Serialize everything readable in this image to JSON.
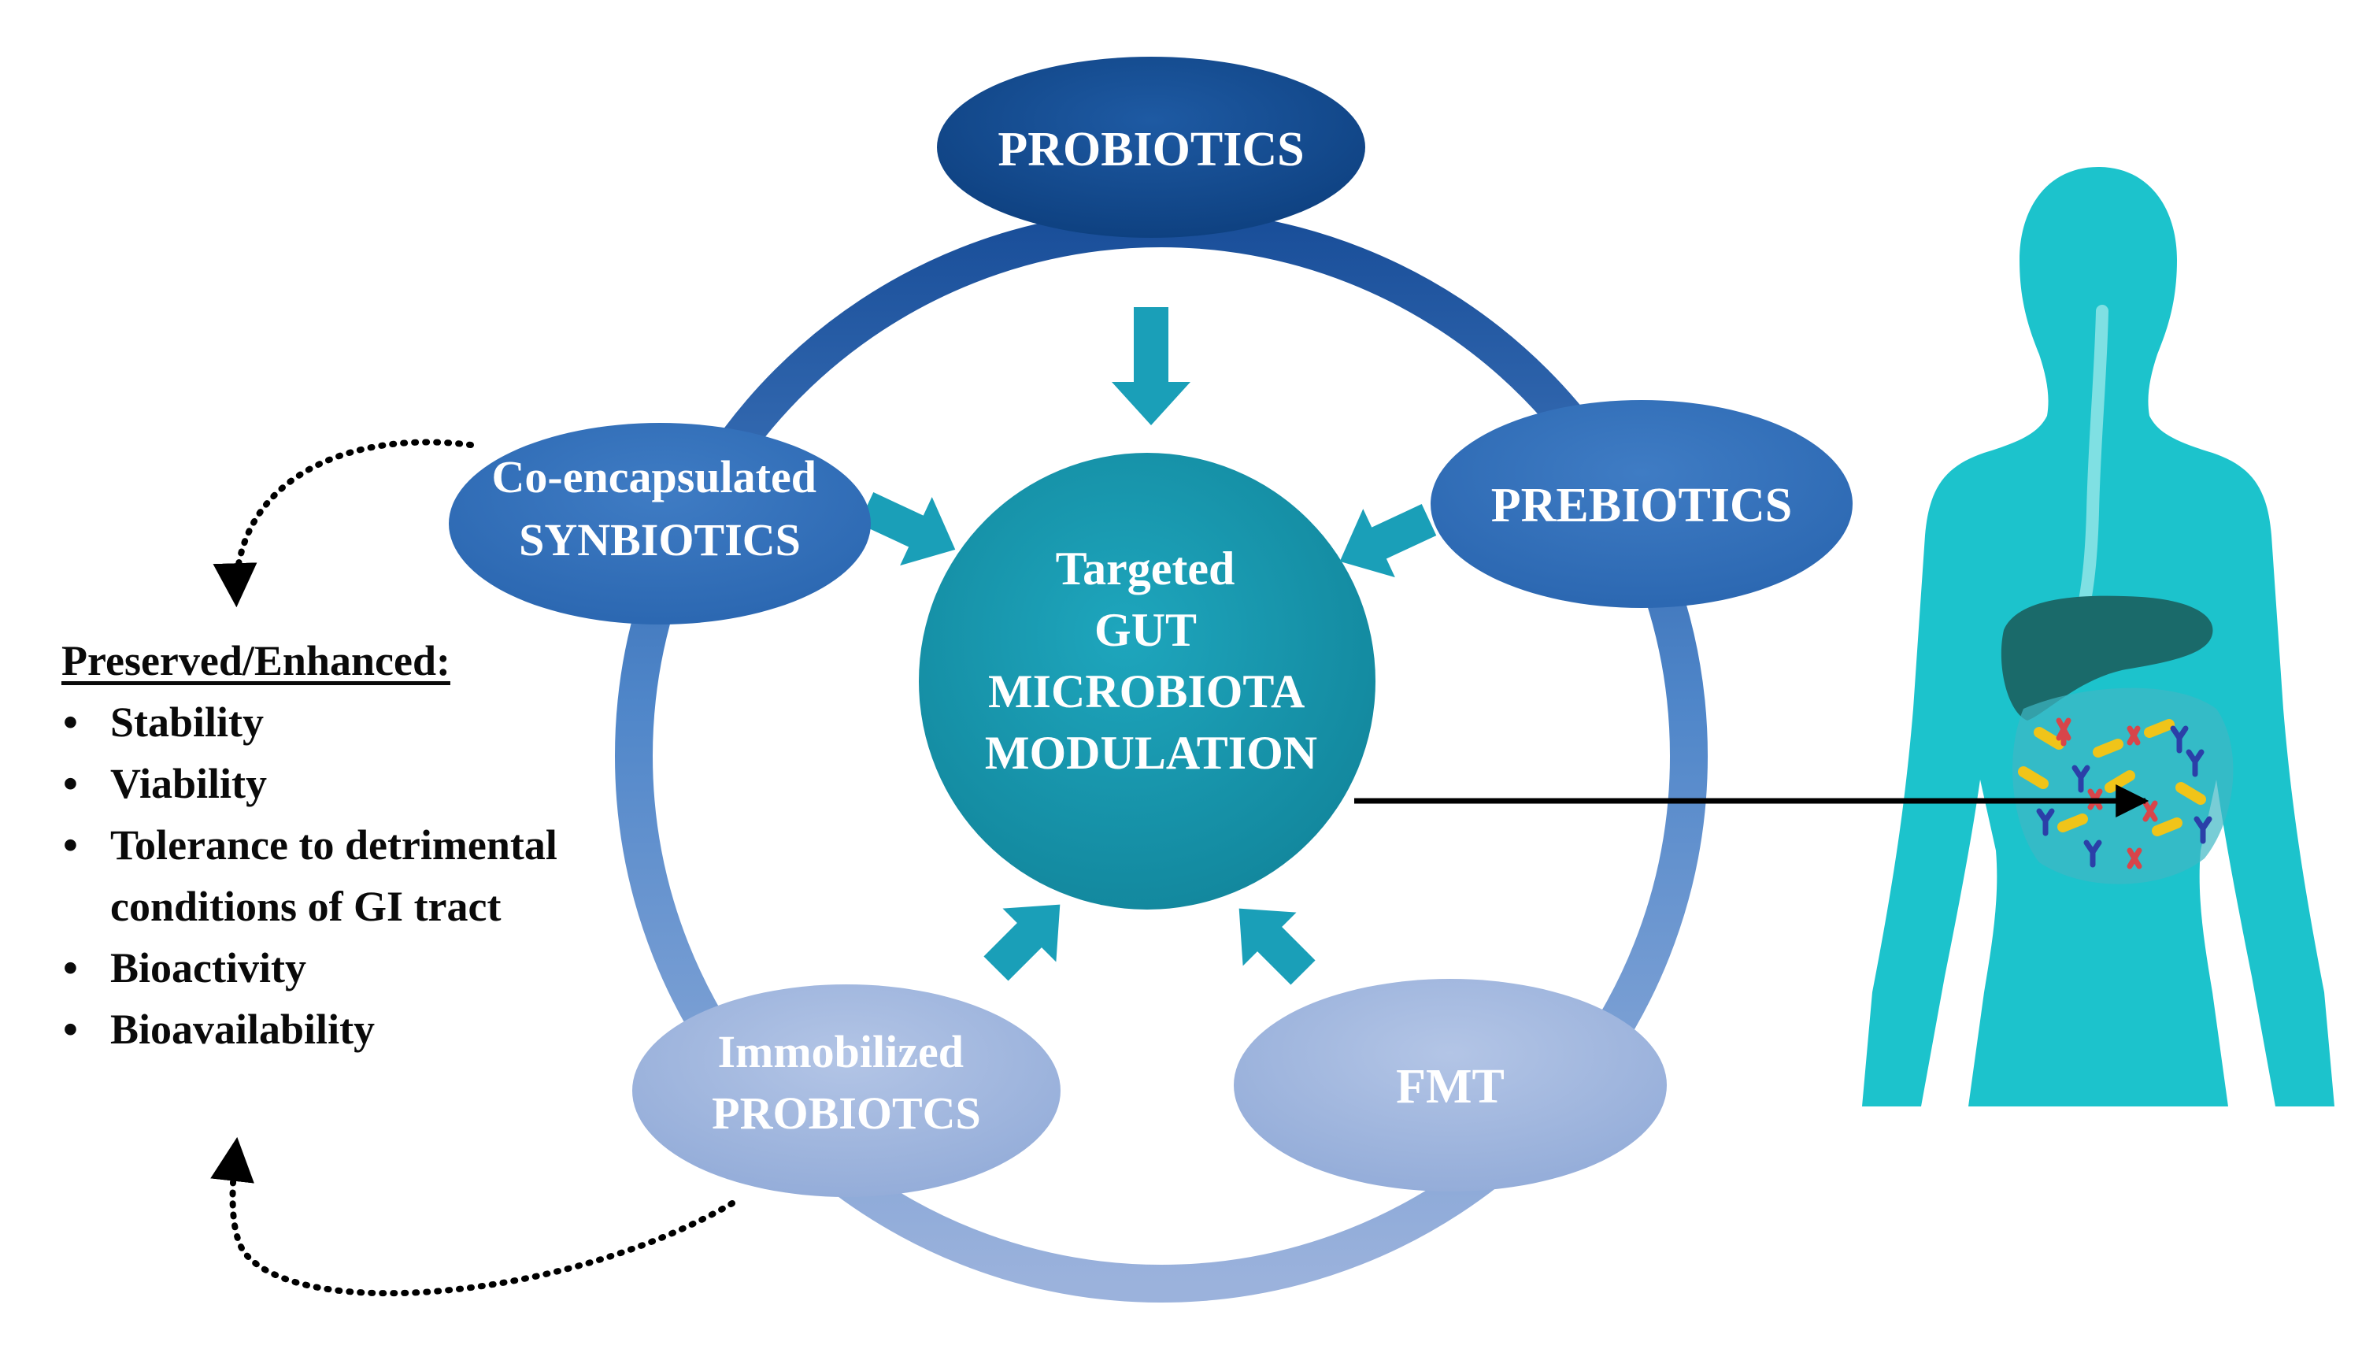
{
  "nodes": {
    "probiotics": "PROBIOTICS",
    "prebiotics": "PREBIOTICS",
    "fmt": "FMT",
    "immobilized_line1": "Immobilized",
    "immobilized_line2": "PROBIOTCS",
    "synbiotics_line1": "Co-encapsulated",
    "synbiotics_line2": "SYNBIOTICS"
  },
  "center": {
    "lines": [
      "Targeted",
      "GUT",
      "MICROBIOTA",
      "MODULATION"
    ]
  },
  "legend": {
    "heading": "Preserved/Enhanced:",
    "items": [
      "Stability",
      "Viability",
      "Tolerance to detrimental conditions of GI tract",
      "Bioactivity",
      "Bioavailability"
    ]
  },
  "colors": {
    "dark_navy": "#0d3f7e",
    "mid_blue": "#2f6db5",
    "light_blue": "#9bb2dc",
    "teal_center": "#1596ad",
    "arrow_teal": "#1a9fb8",
    "body_cyan": "#1cc3cc",
    "liver": "#1a6a6a"
  }
}
